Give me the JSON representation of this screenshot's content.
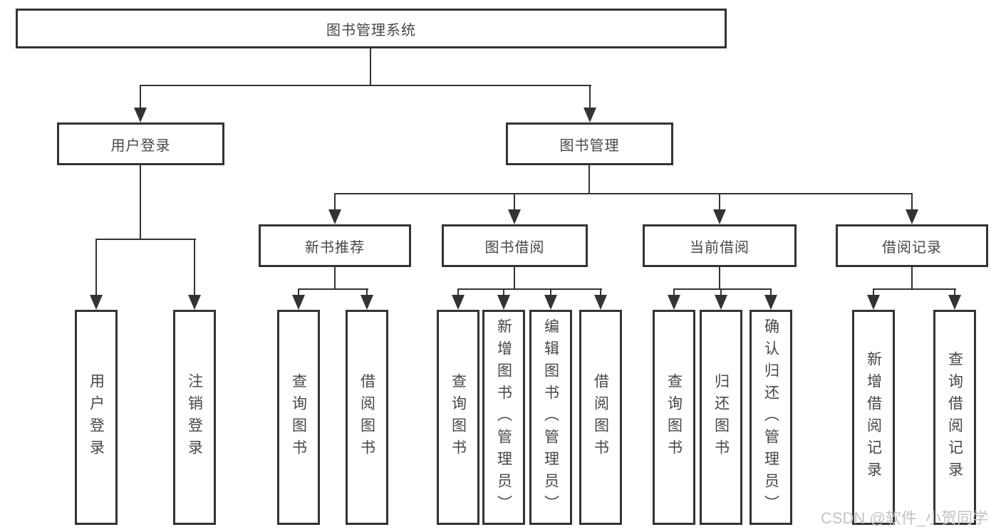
{
  "tree": {
    "label": "图书管理系统",
    "children": [
      {
        "label": "用户登录",
        "children": [
          {
            "label": "用户登录"
          },
          {
            "label": "注销登录"
          }
        ]
      },
      {
        "label": "图书管理",
        "children": [
          {
            "label": "新书推荐",
            "children": [
              {
                "label": "查询图书"
              },
              {
                "label": "借阅图书"
              }
            ]
          },
          {
            "label": "图书借阅",
            "children": [
              {
                "label": "查询图书"
              },
              {
                "label": "新增图书（管理员）"
              },
              {
                "label": "编辑图书（管理员）"
              },
              {
                "label": "借阅图书"
              }
            ]
          },
          {
            "label": "当前借阅",
            "children": [
              {
                "label": "查询图书"
              },
              {
                "label": "归还图书"
              },
              {
                "label": "确认归还（管理员）"
              }
            ]
          },
          {
            "label": "借阅记录",
            "children": [
              {
                "label": "新增借阅记录"
              },
              {
                "label": "查询借阅记录"
              }
            ]
          }
        ]
      }
    ]
  },
  "watermark": {
    "text": "CSDN @软件_小贺同学"
  },
  "colors": {
    "line": "#333333",
    "box_fill": "#ffffff",
    "text": "#474747",
    "watermark": "#c3c3c3",
    "background": "#ffffff"
  }
}
